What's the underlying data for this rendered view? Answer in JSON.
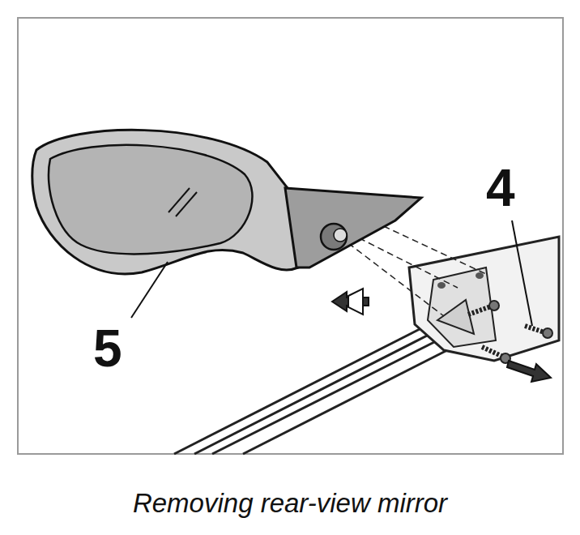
{
  "diagram": {
    "caption": "Removing rear-view mirror",
    "labels": [
      "5",
      "4"
    ]
  }
}
